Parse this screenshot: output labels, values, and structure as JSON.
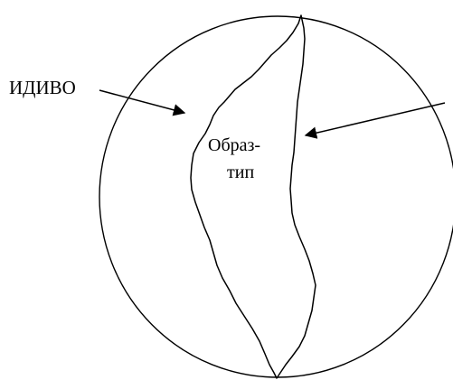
{
  "diagram": {
    "outer_label": "ИДИВО",
    "inner_label_line1": "Образ-",
    "inner_label_line2": "тип"
  },
  "colors": {
    "stroke": "#000000",
    "background": "#ffffff"
  }
}
